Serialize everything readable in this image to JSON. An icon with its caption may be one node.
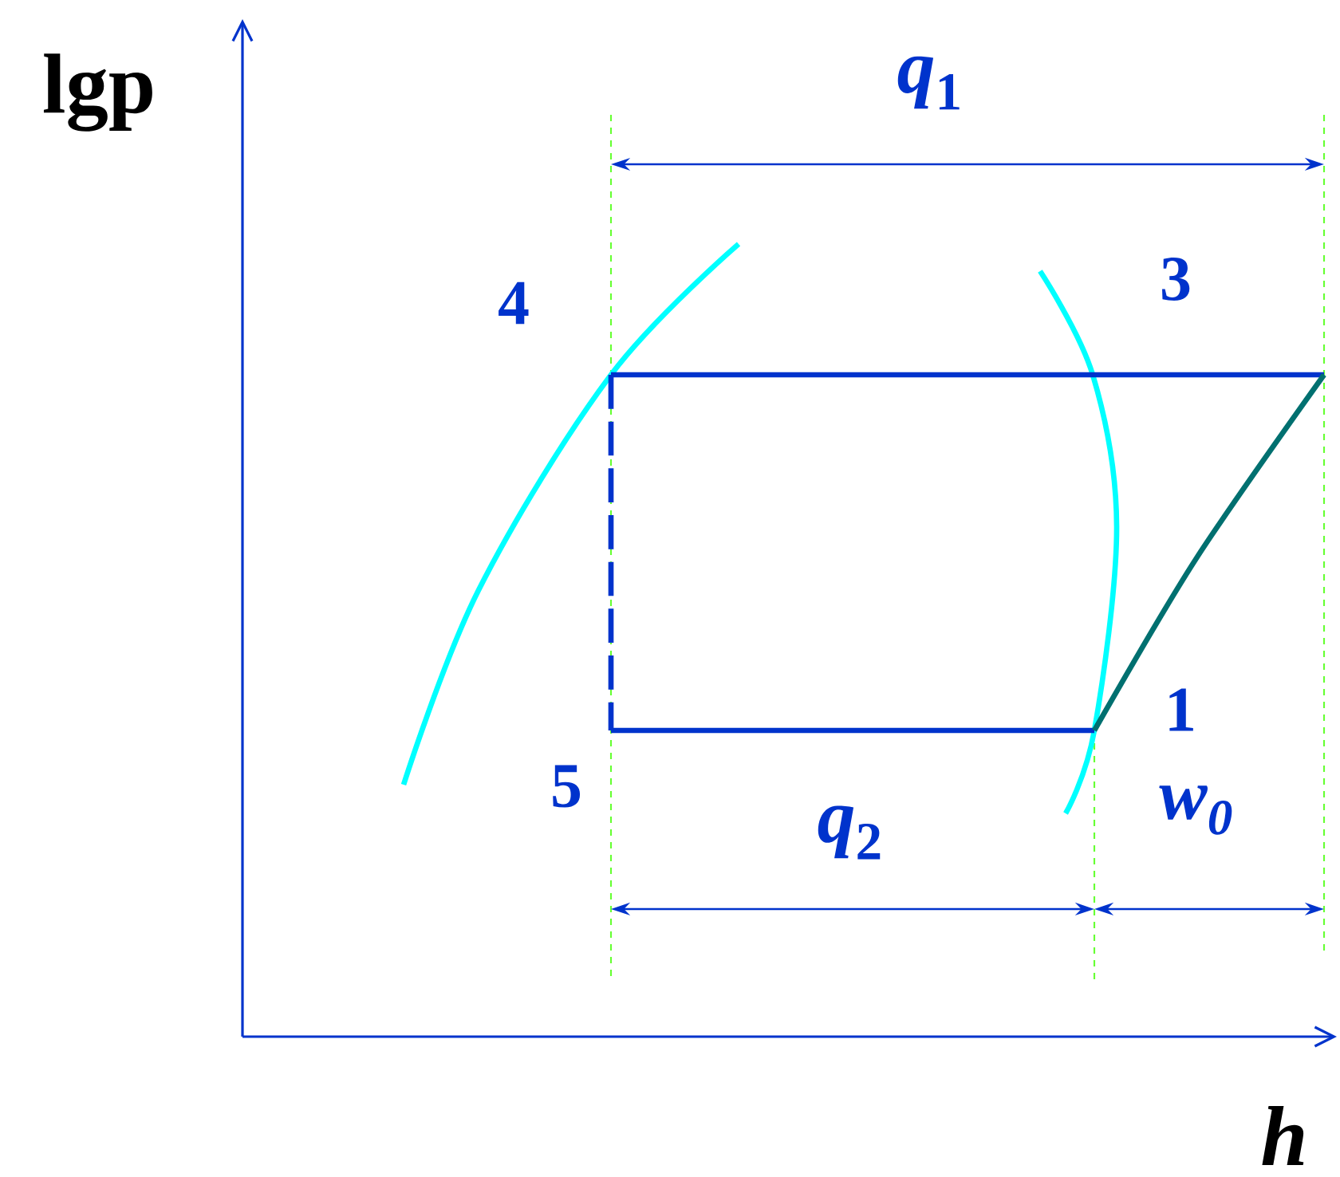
{
  "diagram": {
    "labels": [
      "lgp",
      "*q*$_{1}$",
      "4",
      "3",
      "1",
      "5",
      "*q*$_{2}$",
      "w$_{0}$",
      "h"
    ]
  }
}
